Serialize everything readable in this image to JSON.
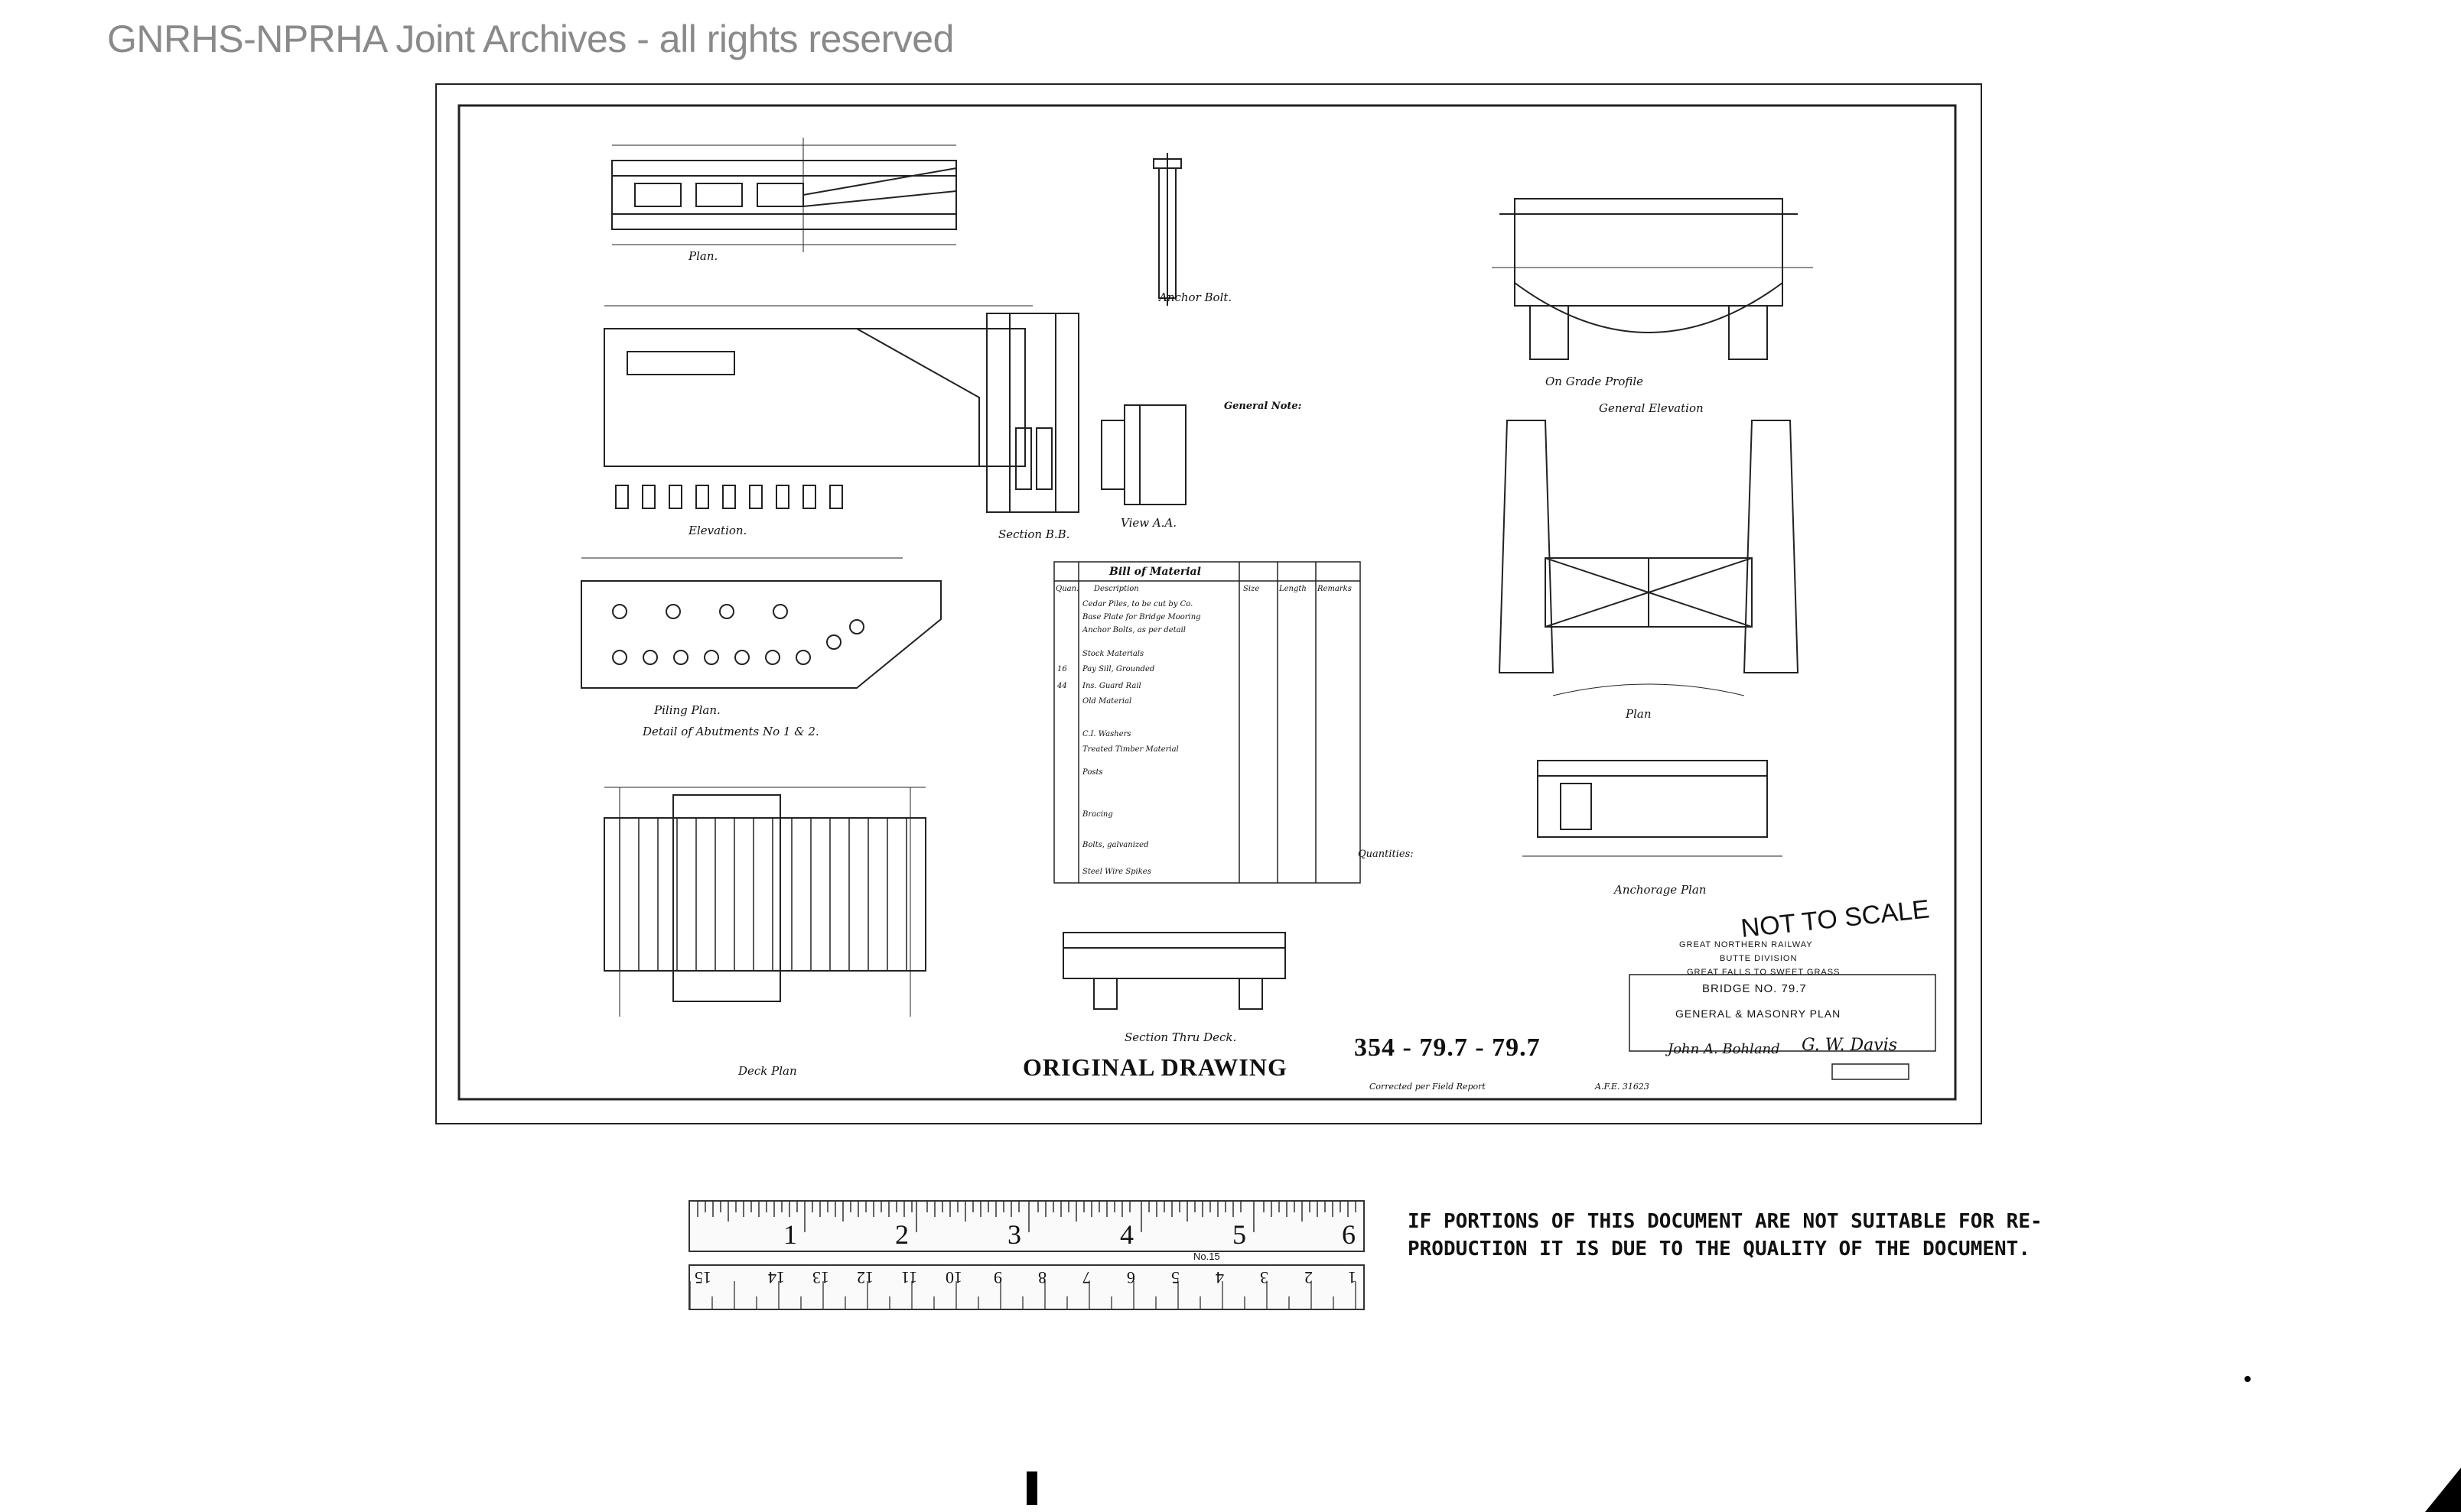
{
  "watermark": "GNRHS-NPRHA Joint Archives - all rights reserved",
  "drawing": {
    "plan_labels": {
      "plan": "Plan.",
      "anchor_bolt": "Anchor Bolt.",
      "elevation": "Elevation.",
      "section_bb": "Section B.B.",
      "view_aa": "View A.A.",
      "piling_plan": "Piling Plan.",
      "detail_abutments": "Detail of Abutments No 1 & 2.",
      "deck_plan": "Deck Plan",
      "section_thru_deck": "Section Thru Deck.",
      "general_elevation": "General Elevation",
      "plan_right": "Plan",
      "anchorage_plan": "Anchorage Plan",
      "on_grade_profile": "On Grade Profile"
    },
    "general_note_title": "General Note:",
    "bill_of_material_title": "Bill of Material",
    "bill_columns": [
      "Quan.",
      "Description",
      "Size",
      "Length",
      "Remarks"
    ],
    "bill_rows": [
      [
        "",
        "Cedar Piles, to be cut by Co.",
        "",
        "",
        ""
      ],
      [
        "",
        "Base Plate for Bridge Mooring",
        "",
        "",
        ""
      ],
      [
        "",
        "Anchor Bolts, as per detail",
        "",
        "",
        ""
      ],
      [
        "",
        "Stock Materials",
        "",
        "",
        ""
      ],
      [
        "16",
        "Pay Sill, Grounded",
        "",
        "",
        ""
      ],
      [
        "44",
        "Ins. Guard Rail",
        "",
        "",
        ""
      ],
      [
        "",
        "Old Material",
        "",
        "",
        ""
      ],
      [
        "",
        "C.I. Washers",
        "",
        "",
        ""
      ],
      [
        "",
        "Treated Timber Material",
        "",
        "",
        ""
      ],
      [
        "",
        "Posts",
        "",
        "",
        ""
      ],
      [
        "",
        "Bracing",
        "",
        "",
        ""
      ],
      [
        "",
        "Bolts, galvanized",
        "",
        "",
        ""
      ],
      [
        "",
        "Steel Wire Spikes",
        "",
        "",
        ""
      ]
    ],
    "quantities_title": "Quantities:",
    "original_drawing": "ORIGINAL DRAWING",
    "drawing_number": "354 - 79.7 - 79.7",
    "not_to_scale": "NOT TO SCALE",
    "title_block": {
      "railway": "GREAT NORTHERN RAILWAY",
      "division": "BUTTE DIVISION",
      "line": "GREAT FALLS TO SWEET GRASS",
      "bridge": "BRIDGE NO. 79.7",
      "sheet_title": "GENERAL & MASONRY PLAN",
      "signature_1": "John A. Bohland",
      "signature_2": "G. W. Davis"
    },
    "footnote": "Corrected per Field Report",
    "afe": "A.F.E. 31623"
  },
  "notice": {
    "line1": "IF PORTIONS OF THIS DOCUMENT ARE NOT SUITABLE FOR RE-",
    "line2": "PRODUCTION IT IS DUE TO THE QUALITY OF THE DOCUMENT."
  },
  "ruler": {
    "inches": [
      "1",
      "2",
      "3",
      "4",
      "5",
      "6"
    ],
    "cm": [
      "1",
      "2",
      "3",
      "4",
      "5",
      "6",
      "7",
      "8",
      "9",
      "10",
      "11",
      "12",
      "13",
      "14",
      "15"
    ],
    "brand": "No.15"
  }
}
